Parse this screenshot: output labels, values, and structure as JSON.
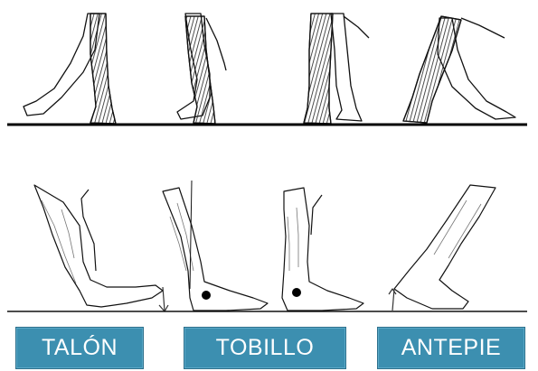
{
  "labels": {
    "talon": "TALÓN",
    "tobillo": "TOBILLO",
    "antepie": "ANTEPIE"
  },
  "colors": {
    "label_bg": "#3c8fb0",
    "label_text": "#ffffff",
    "ink": "#111111"
  }
}
